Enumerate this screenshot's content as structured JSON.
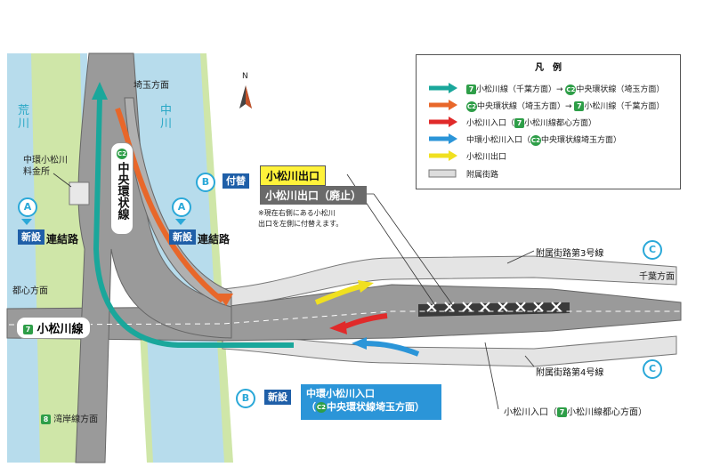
{
  "north_label": "N",
  "rivers": {
    "arakawa": "荒\n川",
    "nakagawa": "中\n川"
  },
  "directions": {
    "saitama": "埼玉方面",
    "toshin": "都心方面",
    "chiba": "千葉方面",
    "wangan": "湾岸線方面"
  },
  "tollgate": "中環小松川\n料金所",
  "route_labels": {
    "chuo_kanjo": "中央環状線",
    "komatsugawa": "小松川線",
    "route7_num": "7",
    "route8_num": "8",
    "c2": "C2"
  },
  "markers": {
    "a": "A",
    "b": "B",
    "c": "C"
  },
  "tags": {
    "shinsetsu": "新設",
    "tsukekae": "付替",
    "renrakuro": "連結路"
  },
  "exit_new": "小松川出口",
  "exit_old": "小松川出口（廃止）",
  "exit_note": "※現在右側にある小松川\n出口を左側に付替えます。",
  "new_entrance": {
    "line1": "中環小松川入口",
    "line2": "中央環状線埼玉方面）"
  },
  "side_roads": {
    "no3": "附属街路第3号線",
    "no4": "附属街路第4号線"
  },
  "entrance_label": "小松川入口（",
  "entrance_label_tail": "小松川線都心方面）",
  "legend": {
    "title": "凡　例",
    "rows": [
      {
        "color": "#1aa79b",
        "text": "小松川線（千葉方面）→",
        "text2": "中央環状線（埼玉方面）"
      },
      {
        "color": "#e8672a",
        "text": "中央環状線（埼玉方面）→",
        "text2": "小松川線（千葉方面）"
      },
      {
        "color": "#e02a2a",
        "text": "小松川入口（",
        "text2": "小松川線都心方面）"
      },
      {
        "color": "#2b95d8",
        "text": "中環小松川入口（",
        "text2": "中央環状線埼玉方面）"
      },
      {
        "color": "#f0e020",
        "text": "小松川出口",
        "text2": ""
      },
      {
        "color": "#dddddd",
        "text": "附属街路",
        "text2": ""
      }
    ]
  },
  "colors": {
    "river": "#b7dcec",
    "bank": "#cfe6a8",
    "road": "#9a9a9a",
    "road_dark": "#6f6f6f",
    "teal": "#1aa79b",
    "orange": "#e8672a",
    "red": "#e02a2a",
    "blue": "#2b95d8",
    "yellow": "#f0e020"
  }
}
